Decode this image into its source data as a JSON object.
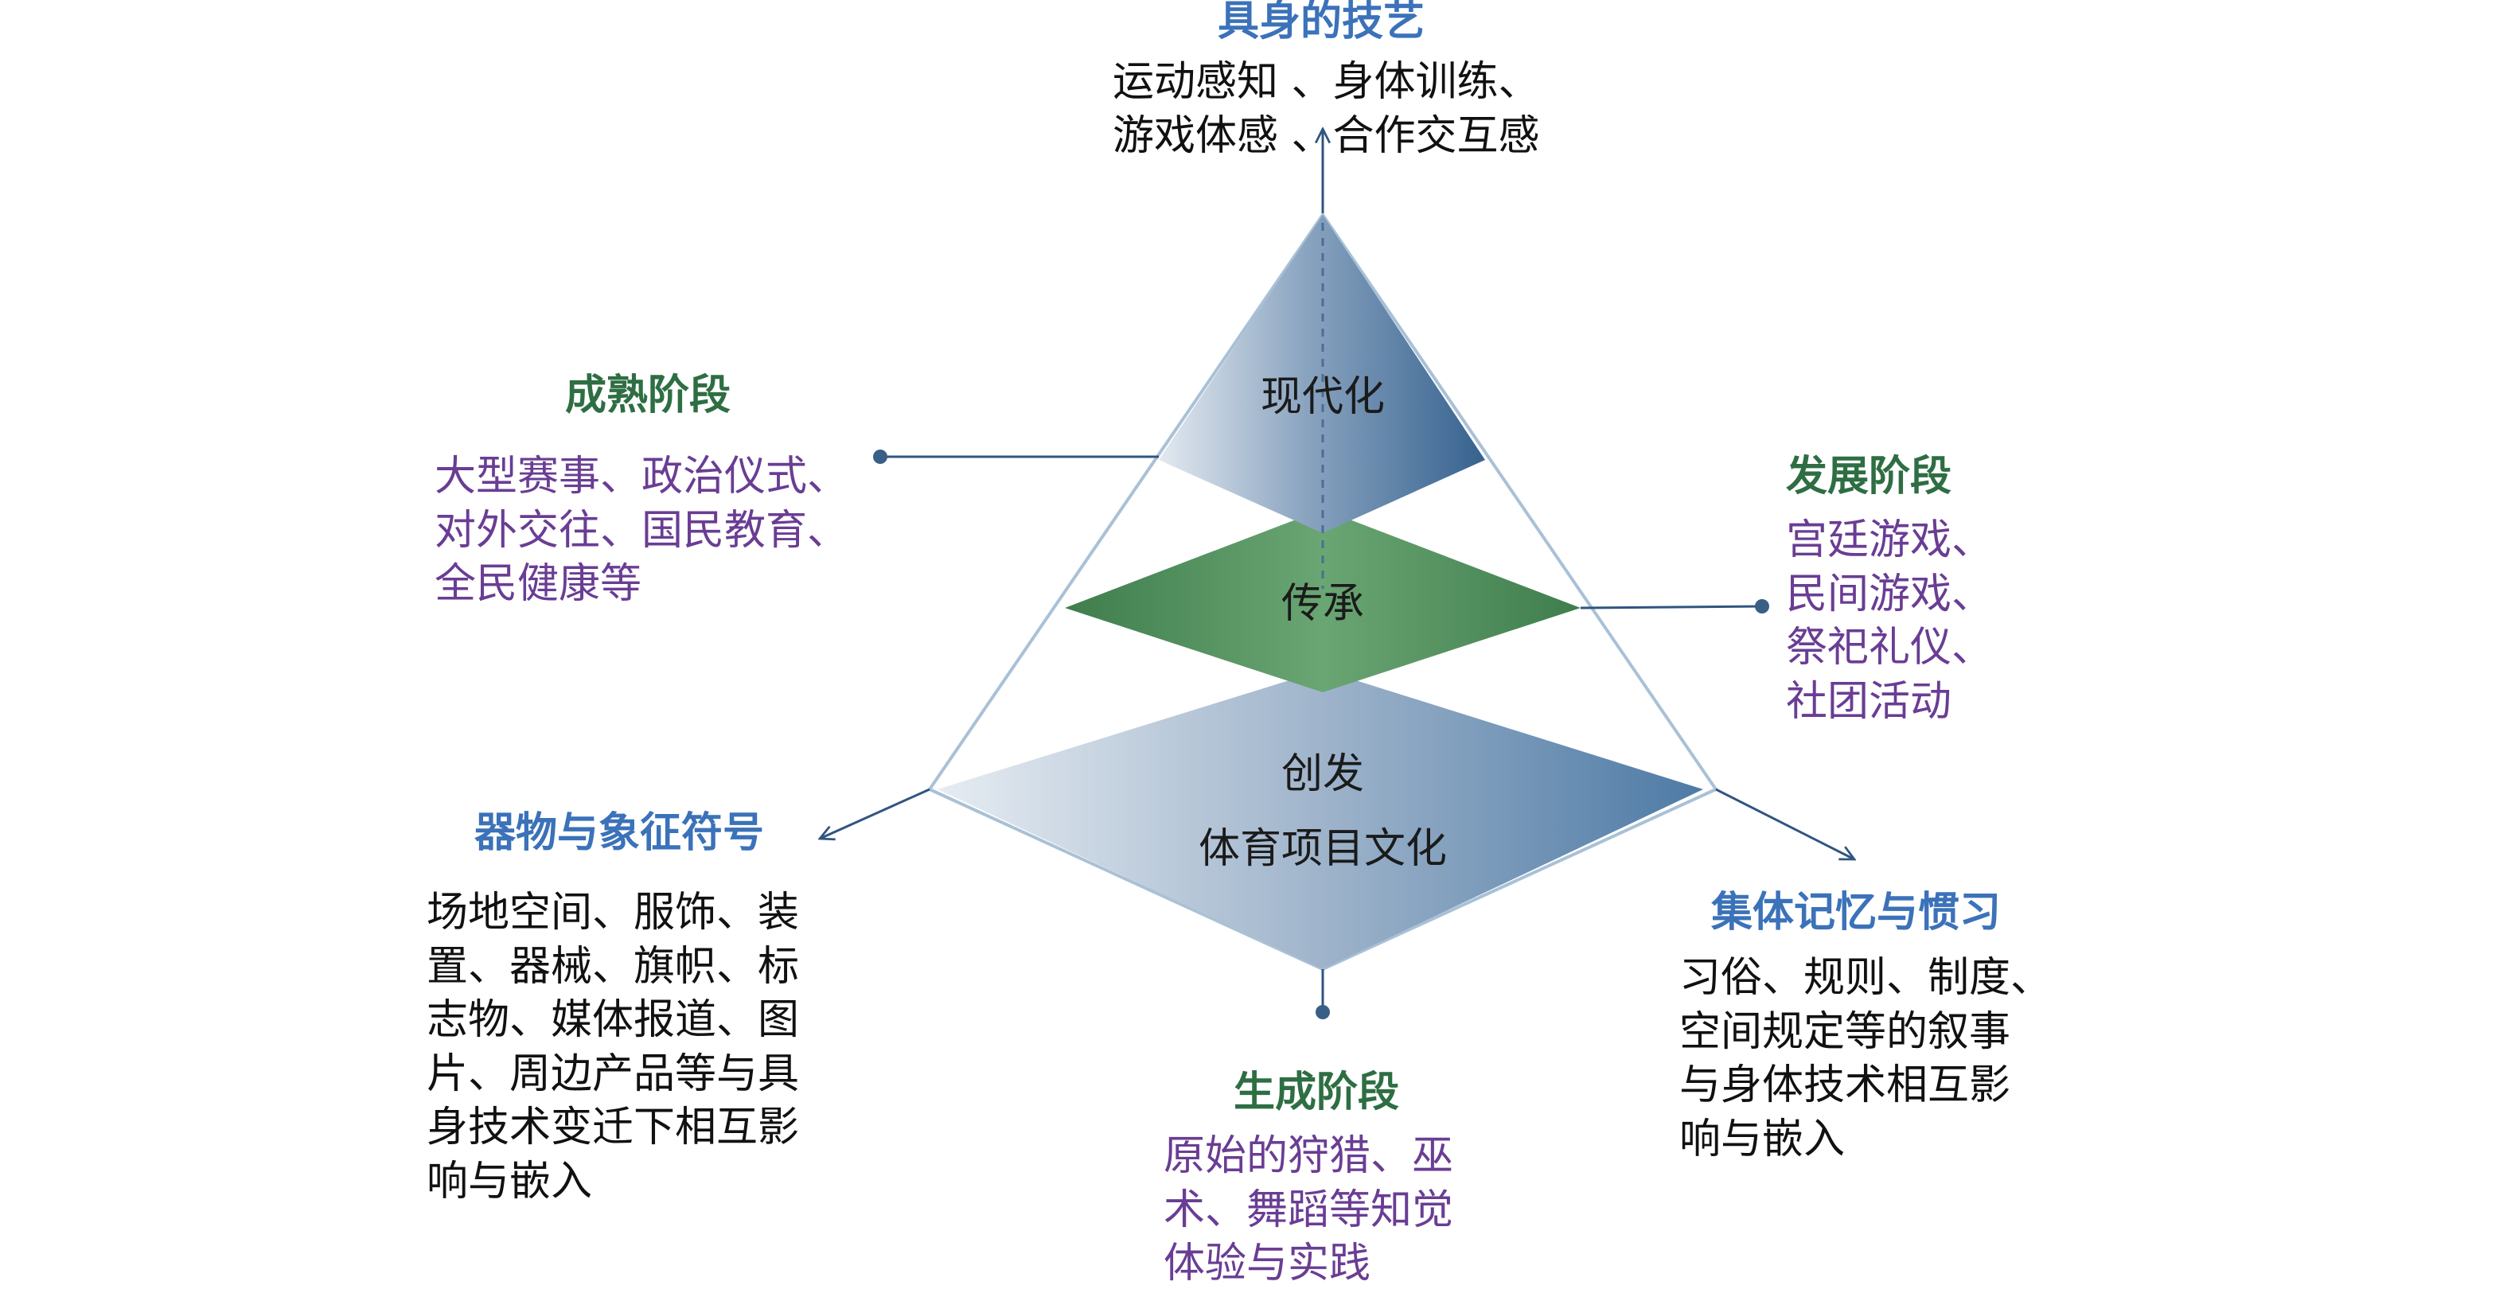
{
  "top": {
    "title": "具身的技艺",
    "lines": [
      "运动感知 、身体训练、",
      "游戏体感 、合作交互感"
    ]
  },
  "mature": {
    "title": "成熟阶段",
    "lines": [
      "大型赛事、政治仪式、",
      "对外交往、国民教育、",
      "全民健康等"
    ]
  },
  "develop": {
    "title": "发展阶段",
    "lines": [
      "宫廷游戏、",
      "民间游戏、",
      "祭祀礼仪、",
      "社团活动"
    ]
  },
  "symbols": {
    "title": "器物与象征符号",
    "lines": [
      "场地空间、服饰、装",
      "置、器械、旗帜、标",
      "志物、媒体报道、图",
      "片、周边产品等与具",
      "身技术变迁下相互影",
      "响与嵌入"
    ]
  },
  "collective": {
    "title": "集体记忆与惯习",
    "lines": [
      "习俗、规则、制度、",
      "空间规定等的叙事",
      "与身体技术相互影",
      "响与嵌入"
    ]
  },
  "origin": {
    "title": "生成阶段",
    "lines": [
      "原始的狩猎、巫",
      "术、舞蹈等知觉",
      "体验与实践"
    ]
  },
  "layers": {
    "top": "现代化",
    "middle": "传承",
    "bottom_1": "创发",
    "bottom_2": "体育项目文化"
  },
  "colors": {
    "heading_blue": "#3b72b9",
    "heading_green": "#2e6e43",
    "text_purple": "#6a3d94",
    "pyramid_blue": "#3f6e99",
    "diamond_green": "#4f8b5a"
  }
}
